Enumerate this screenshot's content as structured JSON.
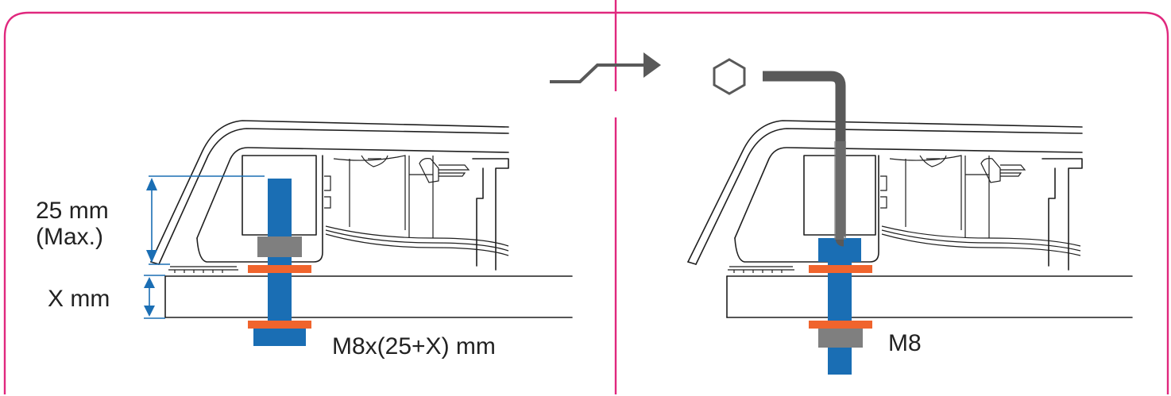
{
  "colors": {
    "frame": "#e0287e",
    "bolt": "#1a6eb4",
    "washer": "#f0642d",
    "nut": "#7f7f7f",
    "wrench": "#595959",
    "outline": "#1f1f1f"
  },
  "left_panel": {
    "dim_top_value": "25 mm",
    "dim_top_note": "(Max.)",
    "dim_bottom": "X mm",
    "bolt_spec": "M8x(25+X) mm"
  },
  "right_panel": {
    "icons": [
      "step-arrow-icon",
      "hex-icon",
      "hex-key-icon"
    ],
    "bolt_spec": "M8"
  }
}
